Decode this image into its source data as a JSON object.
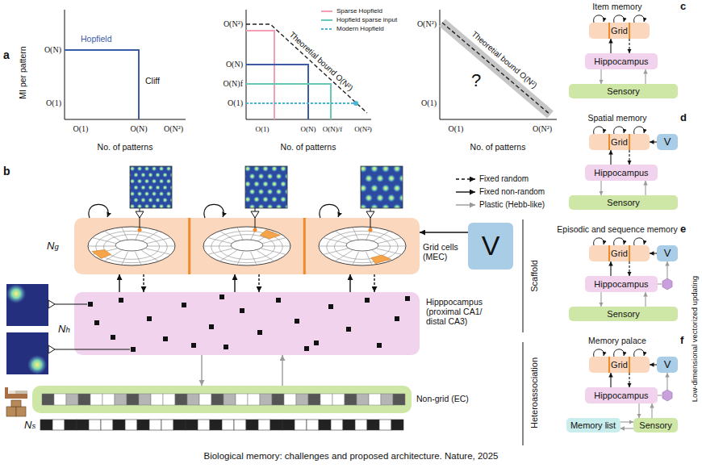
{
  "diagram": {
    "caption": "Biological memory: challenges and proposed architecture. Nature, 2025",
    "nodes": [
      {
        "text": [
          "Grid cells (MEC)"
        ]
      },
      {
        "text": [
          "V"
        ]
      },
      {
        "text": [
          "Hipppocampus (proximal CA1/ distal CA3)"
        ]
      },
      {
        "text": [
          "Non-grid (EC)"
        ]
      },
      {
        "text": [
          "Grid"
        ]
      },
      {
        "text": [
          "Hippocampus"
        ]
      },
      {
        "text": [
          "Sensory"
        ]
      },
      {
        "text": [
          "Grid"
        ]
      },
      {
        "text": [
          "V"
        ]
      },
      {
        "text": [
          "Hippocampus"
        ]
      },
      {
        "text": [
          "Sensory"
        ]
      },
      {
        "text": [
          "Grid"
        ]
      },
      {
        "text": [
          "V"
        ]
      },
      {
        "text": [
          "Hippocampus"
        ]
      },
      {
        "text": [
          "Sensory"
        ]
      },
      {
        "text": [
          "Grid"
        ]
      },
      {
        "text": [
          "V"
        ]
      },
      {
        "text": [
          "Hippocampus"
        ]
      },
      {
        "text": [
          "Memory list"
        ]
      },
      {
        "text": [
          "Sensory"
        ]
      }
    ],
    "edges": [
      {
        "from": 2,
        "to": 0,
        "arrow": "to"
      },
      {
        "from": 0,
        "to": 2,
        "arrow": "to"
      },
      {
        "from": 2,
        "to": 0,
        "arrow": "to"
      },
      {
        "from": 0,
        "to": 2,
        "arrow": "to"
      },
      {
        "from": 2,
        "to": 0,
        "arrow": "to"
      },
      {
        "from": 0,
        "to": 2,
        "arrow": "to"
      },
      {
        "from": 1,
        "to": 0,
        "arrow": "to"
      },
      {
        "from": 2,
        "to": 3,
        "arrow": "to"
      },
      {
        "from": 3,
        "to": 2,
        "arrow": "to"
      },
      {
        "from": 5,
        "to": 4,
        "arrow": "to"
      },
      {
        "from": 4,
        "to": 5,
        "arrow": "to"
      },
      {
        "from": 5,
        "to": 6,
        "arrow": "to"
      },
      {
        "from": 6,
        "to": 5,
        "arrow": "to"
      },
      {
        "from": 8,
        "to": 7,
        "arrow": "to"
      },
      {
        "from": 9,
        "to": 7,
        "arrow": "to"
      },
      {
        "from": 7,
        "to": 9,
        "arrow": "to"
      },
      {
        "from": 9,
        "to": 10,
        "arrow": "to"
      },
      {
        "from": 10,
        "to": 9,
        "arrow": "to"
      },
      {
        "from": 12,
        "to": 11,
        "arrow": "to"
      },
      {
        "from": 13,
        "to": 11,
        "arrow": "to"
      },
      {
        "from": 11,
        "to": 13,
        "arrow": "to"
      },
      {
        "from": 13,
        "to": 14,
        "arrow": "to"
      },
      {
        "from": 14,
        "to": 13,
        "arrow": "to"
      },
      {
        "from": 16,
        "to": 15,
        "arrow": "to"
      },
      {
        "from": 17,
        "to": 15,
        "arrow": "to"
      },
      {
        "from": 15,
        "to": 17,
        "arrow": "to"
      },
      {
        "from": 17,
        "to": 19,
        "arrow": "to"
      },
      {
        "from": 19,
        "to": 17,
        "arrow": "to"
      },
      {
        "from": 18,
        "to": 19,
        "arrow": "to"
      },
      {
        "from": 19,
        "to": 18,
        "arrow": "to"
      }
    ],
    "labels": [
      "a",
      "MI per pattern",
      "O(N)",
      "O(1)",
      "Hopfield",
      "Cliff",
      "O(1)",
      "O(N)",
      "O(N²)",
      "No. of patterns",
      "O(N²)",
      "O(N)",
      "O(N)f",
      "O(1)",
      "Theoretial bound O(N²)",
      "O(1)",
      "O(N)",
      "O(N)/f",
      "O(N²)",
      "No. of patterns",
      "O(N²)",
      "O(1)",
      "Theoretial bound O(N²)",
      "?",
      "O(1)",
      "O(N²)",
      "No. of patterns",
      "b",
      "Ng",
      "Nh",
      "Ns",
      "Scaffold",
      "Heteroassociation",
      "c",
      "Item memory",
      "d",
      "Spatial memory",
      "e",
      "Episodic and sequence memory",
      "f",
      "Memory palace",
      "Low-dimensional vectorized updating"
    ],
    "legend": [
      {
        "text": "Sparse Hopfield"
      },
      {
        "text": "Hopfield sparse input"
      },
      {
        "text": "Modern Hopfield"
      },
      {
        "text": "Fixed random"
      },
      {
        "text": "Fixed non-random"
      },
      {
        "text": "Plastic (Hebb-like)"
      }
    ]
  }
}
